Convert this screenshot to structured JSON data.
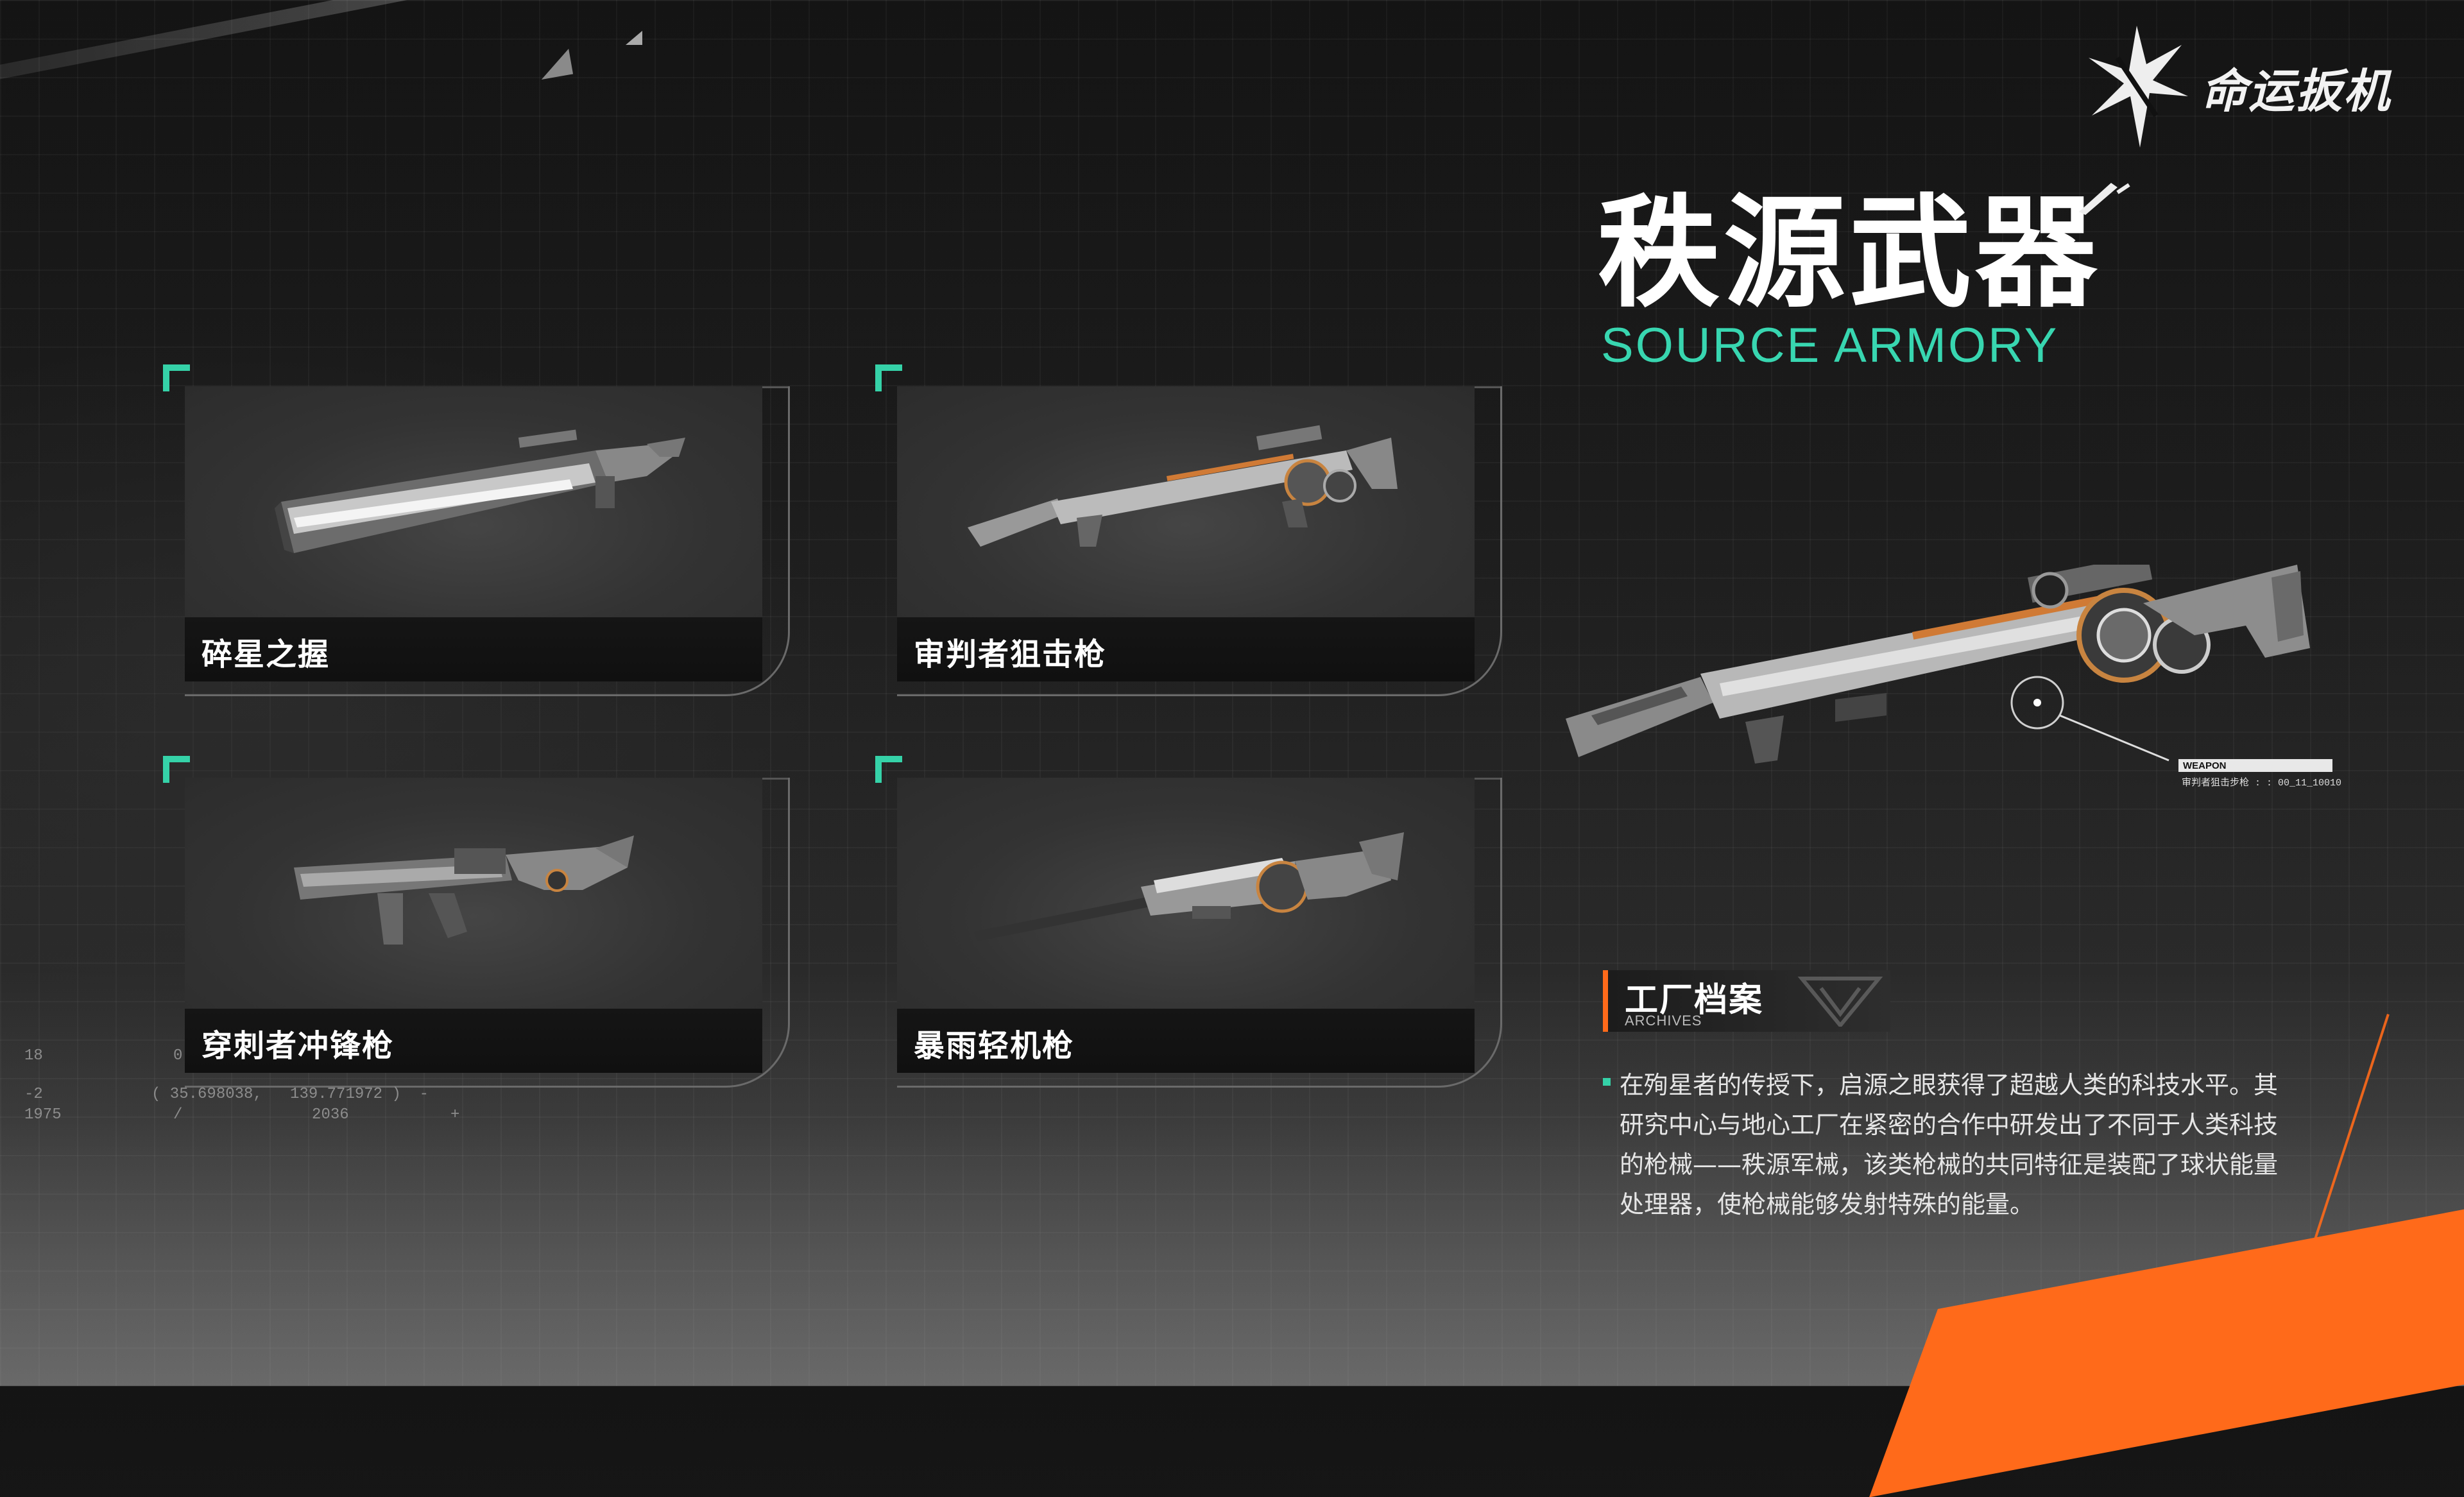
{
  "brand": {
    "logo_text": "命运扳机"
  },
  "header": {
    "title": "秩源武器",
    "subtitle": "SOURCE ARMORY"
  },
  "weapons": [
    {
      "name": "碎星之握",
      "icon": "heavy-cannon-icon"
    },
    {
      "name": "审判者狙击枪",
      "icon": "sniper-rifle-icon"
    },
    {
      "name": "穿刺者冲锋枪",
      "icon": "smg-icon"
    },
    {
      "name": "暴雨轻机枪",
      "icon": "light-machine-gun-icon"
    }
  ],
  "featured": {
    "tag": "WEAPON",
    "code": "审判者狙击步枪 : : 00_11_10010"
  },
  "archives": {
    "title": "工厂档案",
    "subtitle": "ARCHIVES",
    "description": "在殉星者的传授下，启源之眼获得了超越人类的科技水平。其研究中心与地心工厂在紧密的合作中研发出了不同于人类科技的枪械——秩源军械，该类枪械的共同特征是装配了球状能量处理器，使枪械能够发射特殊的能量。"
  },
  "hud": {
    "row1_left": "18",
    "row1_mid": "0",
    "row2_left": "-2",
    "row2_mid": "( 35.698038,   139.771972 )  -",
    "row3_left": "1975",
    "row3_mid": "/              2036",
    "row3_right": "+"
  },
  "colors": {
    "accent": "#35d2a8",
    "orange": "#ff6a1a",
    "background": "#1c1c1c"
  }
}
